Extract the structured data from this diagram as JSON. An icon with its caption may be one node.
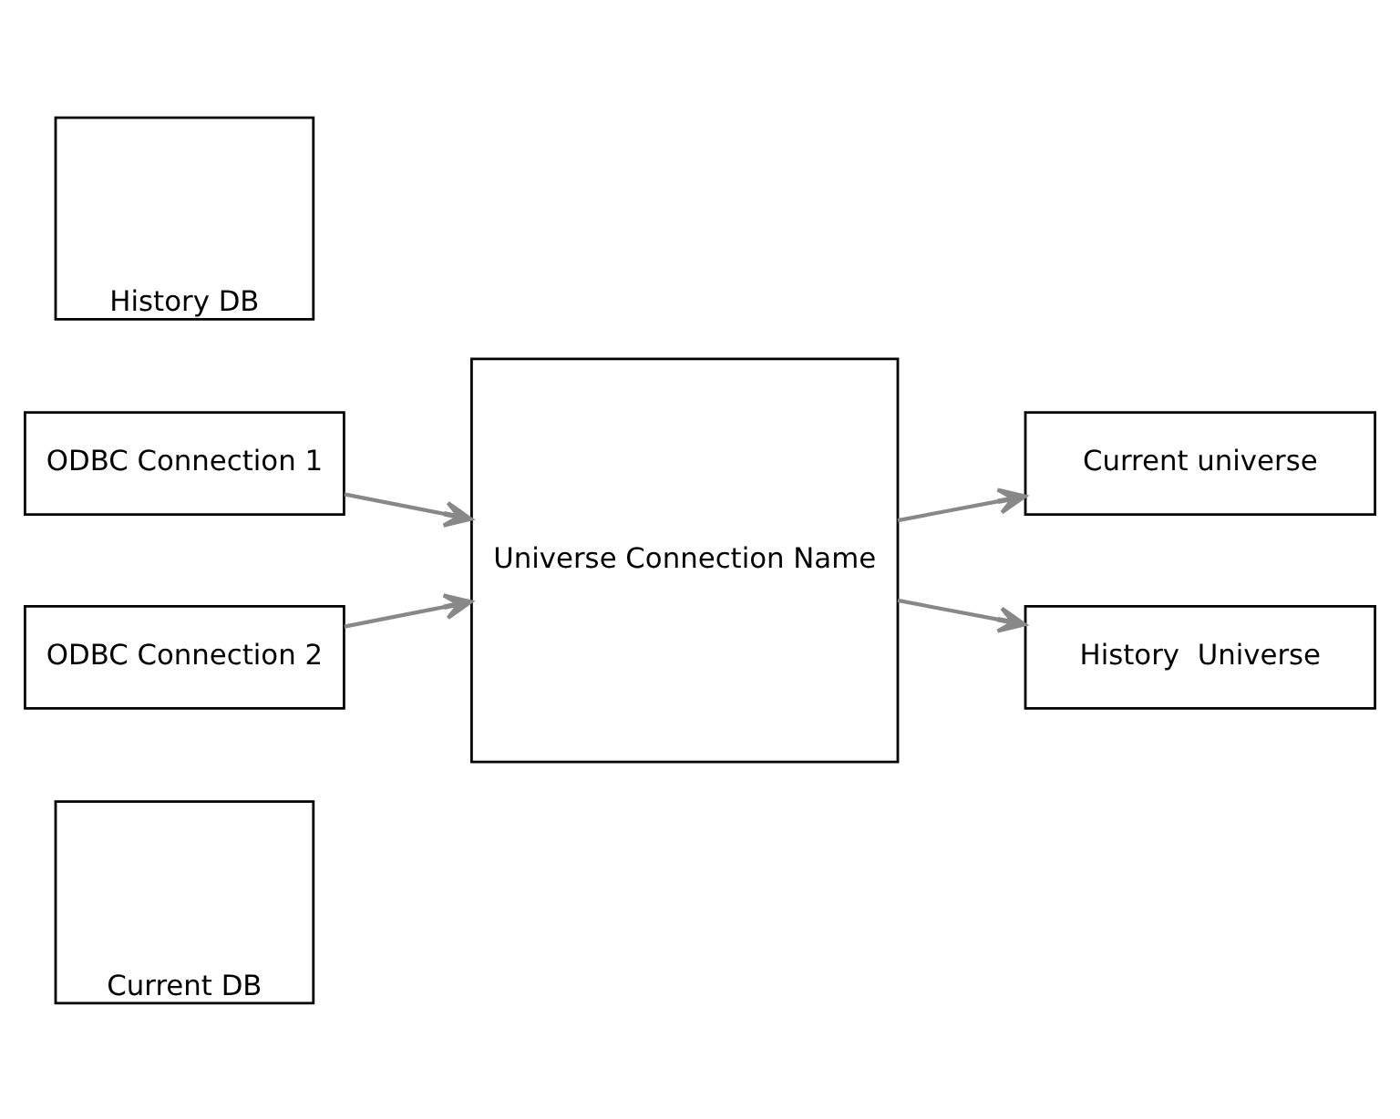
{
  "diagram": {
    "nodes": [
      {
        "text": [
          "Current DB"
        ]
      },
      {
        "text": [
          "ODBC Connection 1"
        ]
      },
      {
        "text": [
          "History DB"
        ]
      },
      {
        "text": [
          "ODBC Connection 2"
        ]
      },
      {
        "text": [
          "Universe Connection Name"
        ]
      },
      {
        "text": [
          "Current universe"
        ]
      },
      {
        "text": [
          "History  Universe"
        ]
      }
    ],
    "edges": [
      {
        "from": 1,
        "to": 4,
        "arrow": "to"
      },
      {
        "from": 3,
        "to": 4,
        "arrow": "to"
      },
      {
        "from": 4,
        "to": 5,
        "arrow": "to"
      },
      {
        "from": 4,
        "to": 6,
        "arrow": "to"
      }
    ]
  }
}
